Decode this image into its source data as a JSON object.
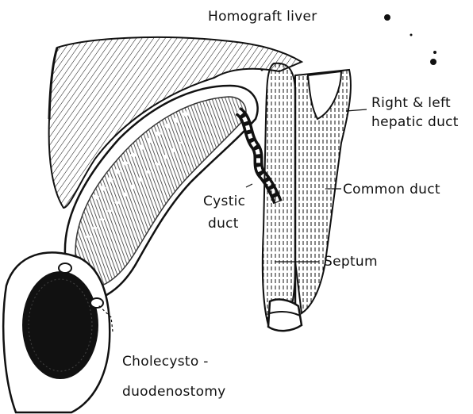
{
  "labels": {
    "homograft_liver": "Homograft liver",
    "right_left_hepatic_1": "Right & left",
    "right_left_hepatic_2": "hepatic duct",
    "common_duct": "Common duct",
    "cystic_duct_1": "Cystic",
    "cystic_duct_2": "duct",
    "septum": "Septum",
    "cholecysto_1": "Cholecysto -",
    "cholecysto_2": "duodenostomy"
  },
  "colors": {
    "ink": "#111111",
    "paper": "#ffffff"
  }
}
